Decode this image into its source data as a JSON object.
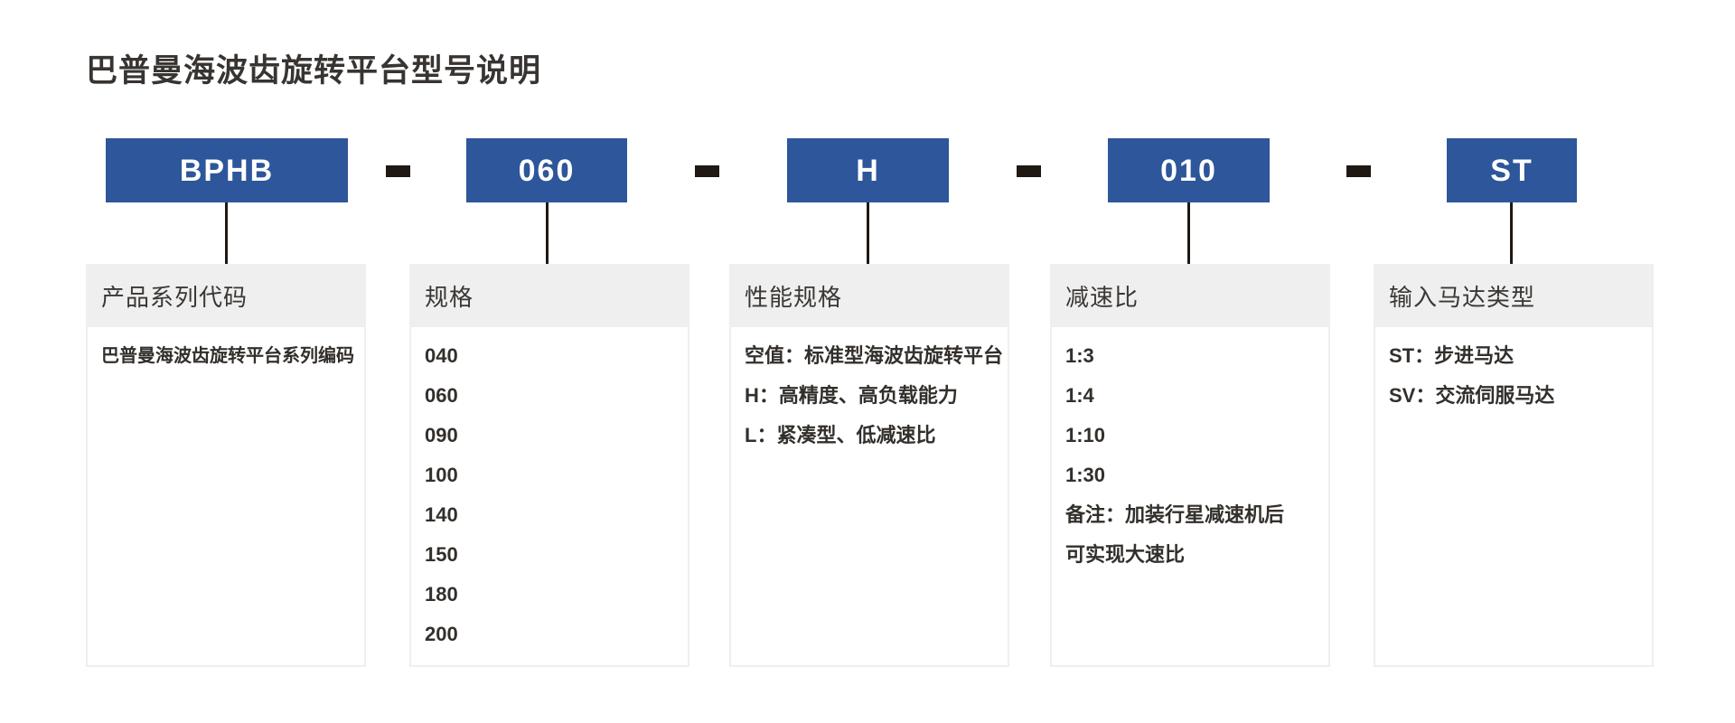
{
  "title": "巴普曼海波齿旋转平台型号说明",
  "model": {
    "separator": "-",
    "segments": [
      {
        "code": "BPHB"
      },
      {
        "code": "060"
      },
      {
        "code": "H"
      },
      {
        "code": "010"
      },
      {
        "code": "ST"
      }
    ]
  },
  "cards": [
    {
      "header": "产品系列代码",
      "lines": [
        "巴普曼海波齿旋转平台系列编码"
      ]
    },
    {
      "header": "规格",
      "lines": [
        "040",
        "060",
        "090",
        "100",
        "140",
        "150",
        "180",
        "200"
      ]
    },
    {
      "header": "性能规格",
      "lines": [
        "空值：标准型海波齿旋转平台",
        "H：高精度、高负载能力",
        "L：紧凑型、低减速比"
      ]
    },
    {
      "header": "减速比",
      "lines": [
        "1:3",
        "1:4",
        "1:10",
        "1:30",
        "备注：加装行星减速机后",
        "可实现大速比"
      ]
    },
    {
      "header": "输入马达类型",
      "lines": [
        "ST：步进马达",
        "SV：交流伺服马达"
      ]
    }
  ],
  "colors": {
    "accent_blue": "#2d569b",
    "header_gray": "#efefef",
    "line_black": "#1f1813",
    "text_dark": "#332f2b"
  }
}
